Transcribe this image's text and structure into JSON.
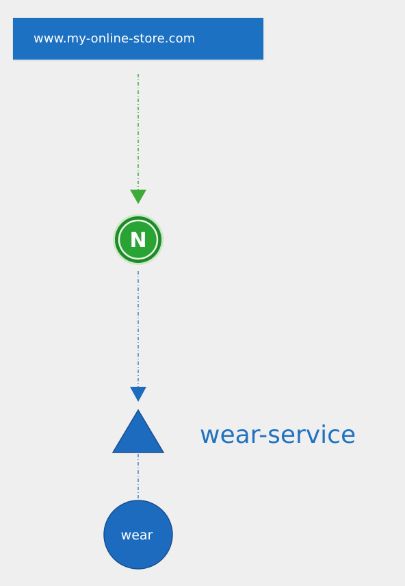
{
  "url_box": {
    "text": "www.my-online-store.com",
    "color": "#1d71c2"
  },
  "ingress": {
    "letter": "N",
    "icon": "nginx-icon",
    "color": "#229a2e"
  },
  "service": {
    "label": "wear-service",
    "color": "#2172bf"
  },
  "pod": {
    "label": "wear",
    "color": "#1d6bbf"
  },
  "connectors": {
    "top_color": "#3daa3a",
    "bottom_color": "#4a7fbf"
  }
}
